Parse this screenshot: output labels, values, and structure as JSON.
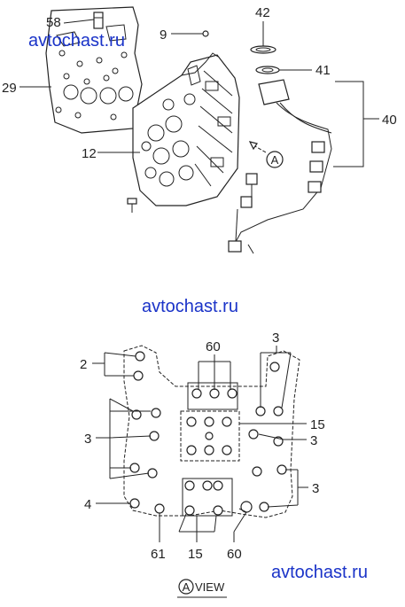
{
  "watermarks": {
    "top": "avtochast.ru",
    "middle": "avtochast.ru",
    "bottom": "avtochast.ru"
  },
  "upper_callouts": {
    "c58": "58",
    "c9": "9",
    "c42": "42",
    "c41": "41",
    "c29": "29",
    "c40": "40",
    "c12": "12",
    "view_marker": "A"
  },
  "lower_callouts": {
    "c60_top": "60",
    "c3_top_right": "3",
    "c2": "2",
    "c15_right": "15",
    "c3_left": "3",
    "c3_mid_right": "3",
    "c3_low_right": "3",
    "c4": "4",
    "c61": "61",
    "c15_bottom": "15",
    "c60_bottom": "60"
  },
  "view_caption": {
    "letter": "A",
    "text": "VIEW"
  },
  "colors": {
    "watermark": "#1a33c8",
    "line": "#222222"
  }
}
